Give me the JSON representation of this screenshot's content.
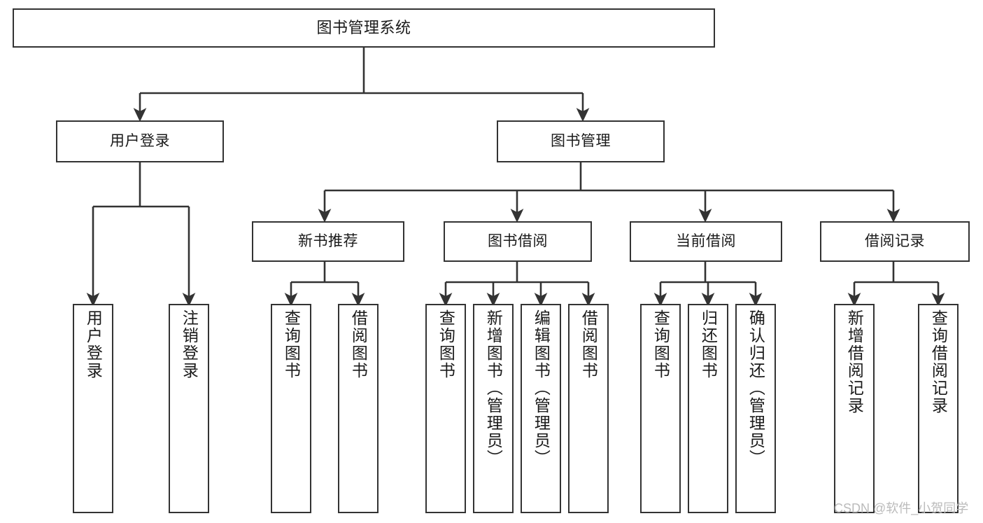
{
  "diagram": {
    "title": "图书管理系统",
    "type": "tree",
    "colors": {
      "box_border": "#333333",
      "box_fill": "#ffffff",
      "edge": "#333333",
      "text": "#1a1a1a",
      "watermark": "#bbbbbb",
      "background": "#ffffff"
    },
    "nodes": {
      "root": {
        "label": "图书管理系统"
      },
      "level2": [
        {
          "id": "user-login",
          "label": "用户登录"
        },
        {
          "id": "book-manage",
          "label": "图书管理"
        }
      ],
      "level3": [
        {
          "id": "new-book-recommend",
          "label": "新书推荐"
        },
        {
          "id": "book-borrow",
          "label": "图书借阅"
        },
        {
          "id": "current-borrow",
          "label": "当前借阅"
        },
        {
          "id": "borrow-record",
          "label": "借阅记录"
        }
      ],
      "leaves": [
        {
          "id": "leaf-user-login",
          "label": "用户登录",
          "parent": "user-login"
        },
        {
          "id": "leaf-logout-login",
          "label": "注销登录",
          "parent": "user-login"
        },
        {
          "id": "leaf-query-book-1",
          "label": "查询图书",
          "parent": "new-book-recommend"
        },
        {
          "id": "leaf-borrow-book-1",
          "label": "借阅图书",
          "parent": "new-book-recommend"
        },
        {
          "id": "leaf-query-book-2",
          "label": "查询图书",
          "parent": "book-borrow"
        },
        {
          "id": "leaf-add-book",
          "label": "新增图书（管理员）",
          "parent": "book-borrow"
        },
        {
          "id": "leaf-edit-book",
          "label": "编辑图书（管理员）",
          "parent": "book-borrow"
        },
        {
          "id": "leaf-borrow-book-2",
          "label": "借阅图书",
          "parent": "book-borrow"
        },
        {
          "id": "leaf-query-book-3",
          "label": "查询图书",
          "parent": "current-borrow"
        },
        {
          "id": "leaf-return-book",
          "label": "归还图书",
          "parent": "current-borrow"
        },
        {
          "id": "leaf-confirm-return",
          "label": "确认归还（管理员）",
          "parent": "current-borrow"
        },
        {
          "id": "leaf-add-record",
          "label": "新增借阅记录",
          "parent": "borrow-record"
        },
        {
          "id": "leaf-query-record",
          "label": "查询借阅记录",
          "parent": "borrow-record"
        }
      ]
    }
  },
  "watermark": {
    "text": "CSDN @软件_小贺同学"
  }
}
